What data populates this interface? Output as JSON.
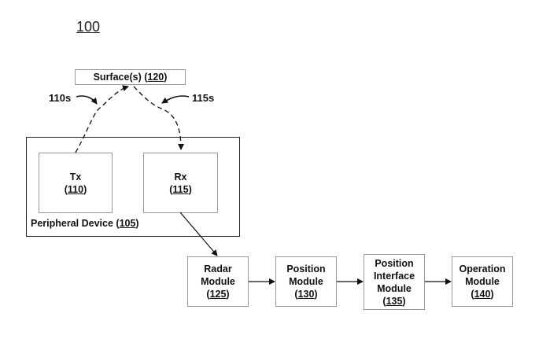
{
  "figure": {
    "number": "100",
    "surface": {
      "label": "Surface(s)",
      "ref": "120"
    },
    "callouts": {
      "tx_signal": "110s",
      "rx_signal": "115s"
    },
    "peripheral_device": {
      "label": "Peripheral Device",
      "ref": "105"
    },
    "tx": {
      "label": "Tx",
      "ref": "110"
    },
    "rx": {
      "label": "Rx",
      "ref": "115"
    },
    "modules": [
      {
        "lines": [
          "Radar",
          "Module"
        ],
        "ref": "125"
      },
      {
        "lines": [
          "Position",
          "Module"
        ],
        "ref": "130"
      },
      {
        "lines": [
          "Position",
          "Interface",
          "Module"
        ],
        "ref": "135"
      },
      {
        "lines": [
          "Operation",
          "Module"
        ],
        "ref": "140"
      }
    ]
  }
}
